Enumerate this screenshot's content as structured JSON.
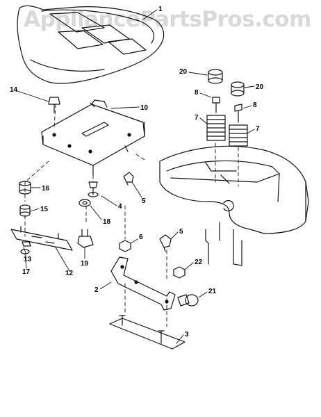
{
  "watermark": "AppliancePartsPros.com",
  "callouts": {
    "c1": "1",
    "c20a": "20",
    "c20b": "20",
    "c14": "14",
    "c10": "10",
    "c8a": "8",
    "c8b": "8",
    "c7a": "7",
    "c7b": "7",
    "c16": "16",
    "c15": "15",
    "c4": "4",
    "c5a": "5",
    "c18": "18",
    "c13": "13",
    "c17": "17",
    "c12": "12",
    "c19": "19",
    "c6": "6",
    "c5b": "5",
    "c22": "22",
    "c2": "2",
    "c21": "21",
    "c3": "3"
  }
}
